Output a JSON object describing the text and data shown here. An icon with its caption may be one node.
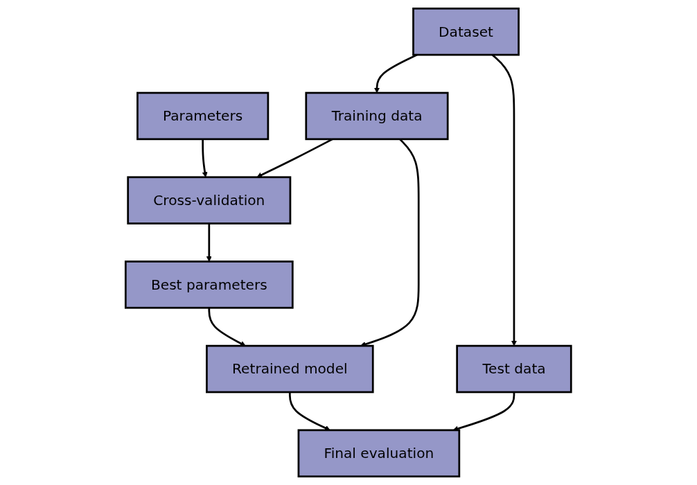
{
  "diagram": {
    "nodes": [
      {
        "text": [
          "Parameters"
        ]
      },
      {
        "text": [
          "Dataset"
        ]
      },
      {
        "text": [
          "Cross-validation"
        ]
      },
      {
        "text": [
          "Training data"
        ]
      },
      {
        "text": [
          "Test data"
        ]
      },
      {
        "text": [
          "Best parameters"
        ]
      },
      {
        "text": [
          "Retrained model"
        ]
      },
      {
        "text": [
          "Final evaluation"
        ]
      }
    ],
    "edges": [
      {
        "from": 0,
        "to": 2,
        "arrow": "to"
      },
      {
        "from": 1,
        "to": 3,
        "arrow": "to"
      },
      {
        "from": 1,
        "to": 4,
        "arrow": "to"
      },
      {
        "from": 3,
        "to": 2,
        "arrow": "to"
      },
      {
        "from": 2,
        "to": 5,
        "arrow": "to"
      },
      {
        "from": 3,
        "to": 6,
        "arrow": "to"
      },
      {
        "from": 5,
        "to": 6,
        "arrow": "to"
      },
      {
        "from": 6,
        "to": 7,
        "arrow": "to"
      },
      {
        "from": 4,
        "to": 7,
        "arrow": "to"
      }
    ]
  }
}
